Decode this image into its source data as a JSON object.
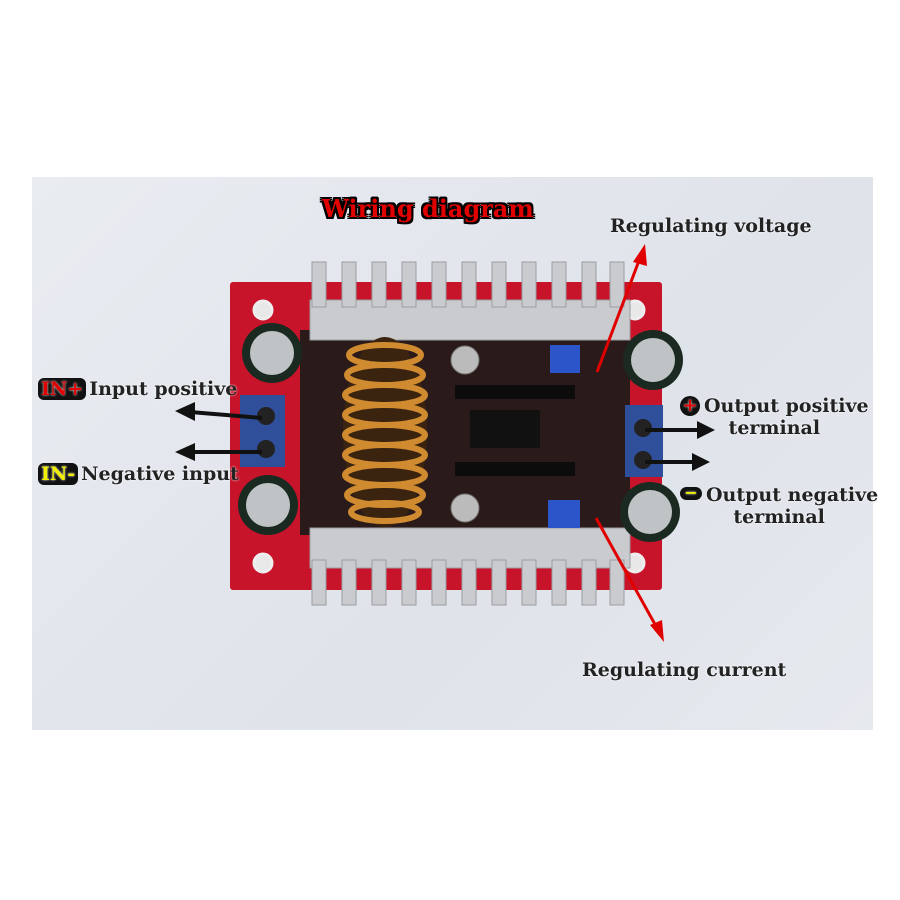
{
  "title": "Wiring diagram",
  "labels": {
    "in_plus_badge": "IN+",
    "in_plus_text": "Input positive",
    "in_minus_badge": "IN-",
    "in_minus_text": "Negative input",
    "out_plus_symbol": "+",
    "out_plus_line1": "Output positive",
    "out_plus_line2": "terminal",
    "out_minus_symbol": "−",
    "out_minus_line1": "Output negative",
    "out_minus_line2": "terminal",
    "reg_voltage": "Regulating voltage",
    "reg_current": "Regulating current"
  },
  "colors": {
    "pcb": "#c8142a",
    "arrow_red": "#e00000",
    "badge_red": "#e00000",
    "badge_yellow": "#f0f000"
  }
}
